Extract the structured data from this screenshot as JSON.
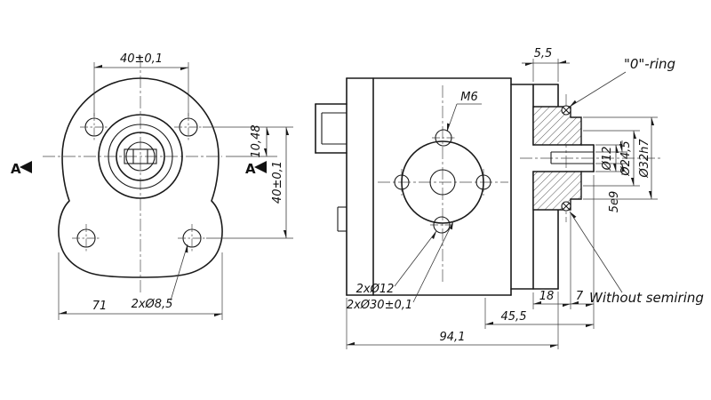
{
  "colors": {
    "ink": "#1a1a1a",
    "background": "#ffffff"
  },
  "front_view": {
    "dim_top": "40±0,1",
    "dim_offset": "10,48",
    "dim_side": "40±0,1",
    "dim_width": "71",
    "holes_label": "2xØ8,5",
    "section_label": "A"
  },
  "side_view": {
    "dim_top": "5,5",
    "thread_label": "M6",
    "oring_label": "\"0\"-ring",
    "dim_shaft": "Ø12",
    "dim_seal": "Ø24,5",
    "dim_pilot": "Ø32h7",
    "key_label": "5e9",
    "dim_boss": "18",
    "dim_tip": "7",
    "dim_rear": "45,5",
    "dim_overall": "94,1",
    "ports_label": "2xØ12",
    "bores_label": "2xØ30±0,1",
    "note": "Without semiring"
  }
}
